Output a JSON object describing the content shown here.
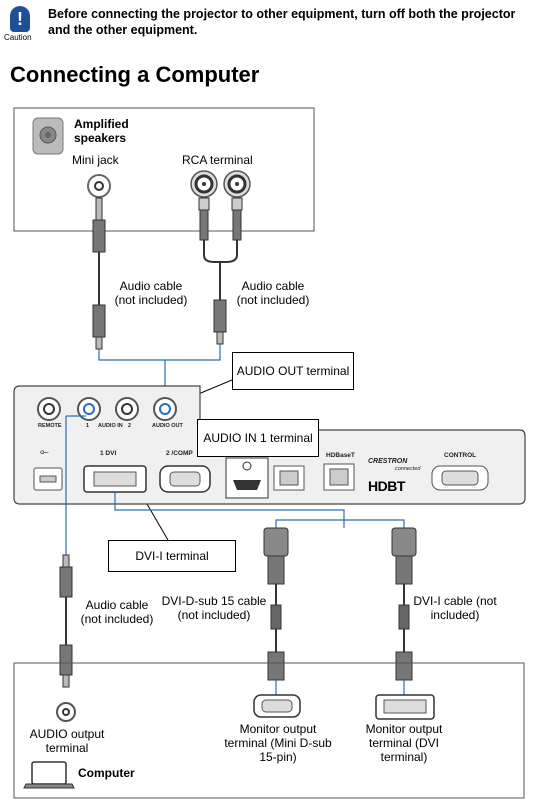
{
  "caution": {
    "label": "Caution",
    "message": "Before connecting the projector to other equipment, turn off both the projector and the other equipment."
  },
  "heading": "Connecting a Computer",
  "speakers": {
    "title": "Amplified speakers",
    "mini_jack": "Mini jack",
    "rca_terminal": "RCA terminal"
  },
  "cables": {
    "audio_left": "Audio cable (not included)",
    "audio_right": "Audio cable (not included)",
    "audio_lower": "Audio cable (not included)",
    "dsub": "DVI-D-sub 15 cable (not included)",
    "dvi": "DVI-I cable (not included)"
  },
  "callouts": {
    "audio_out": "AUDIO OUT terminal",
    "audio_in": "AUDIO IN 1 terminal",
    "dvi_i": "DVI-I terminal"
  },
  "panel": {
    "remote": "REMOTE",
    "audio_in_1": "1",
    "audio_in_lbl": "AUDIO IN",
    "audio_in_2": "2",
    "audio_out": "AUDIO OUT",
    "dvi": "1 DVI",
    "comp": "2 /COMP",
    "hdbaset": "HDBaseT",
    "crestron": "CRESTRON",
    "crestron_sub": "connected",
    "hdbt": "HDBT",
    "control": "CONTROL"
  },
  "computer": {
    "title": "Computer",
    "audio_output": "AUDIO output terminal",
    "monitor_dsub": "Monitor output terminal (Mini D-sub 15-pin)",
    "monitor_dvi": "Monitor output terminal (DVI terminal)"
  }
}
